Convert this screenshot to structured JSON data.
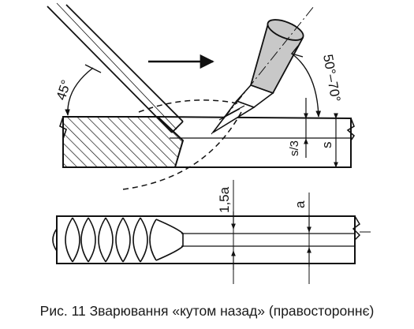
{
  "labels": {
    "rod_angle": "45°",
    "torch_angle": "50°–70°",
    "depth_fraction": "s/3",
    "thickness": "s",
    "width_large": "1,5a",
    "width_small": "a"
  },
  "caption": "Рис. 11 Зварювання «кутом назад» (правостороннє)",
  "colors": {
    "torch_fill": "#c8c8c8",
    "line": "#111111"
  }
}
